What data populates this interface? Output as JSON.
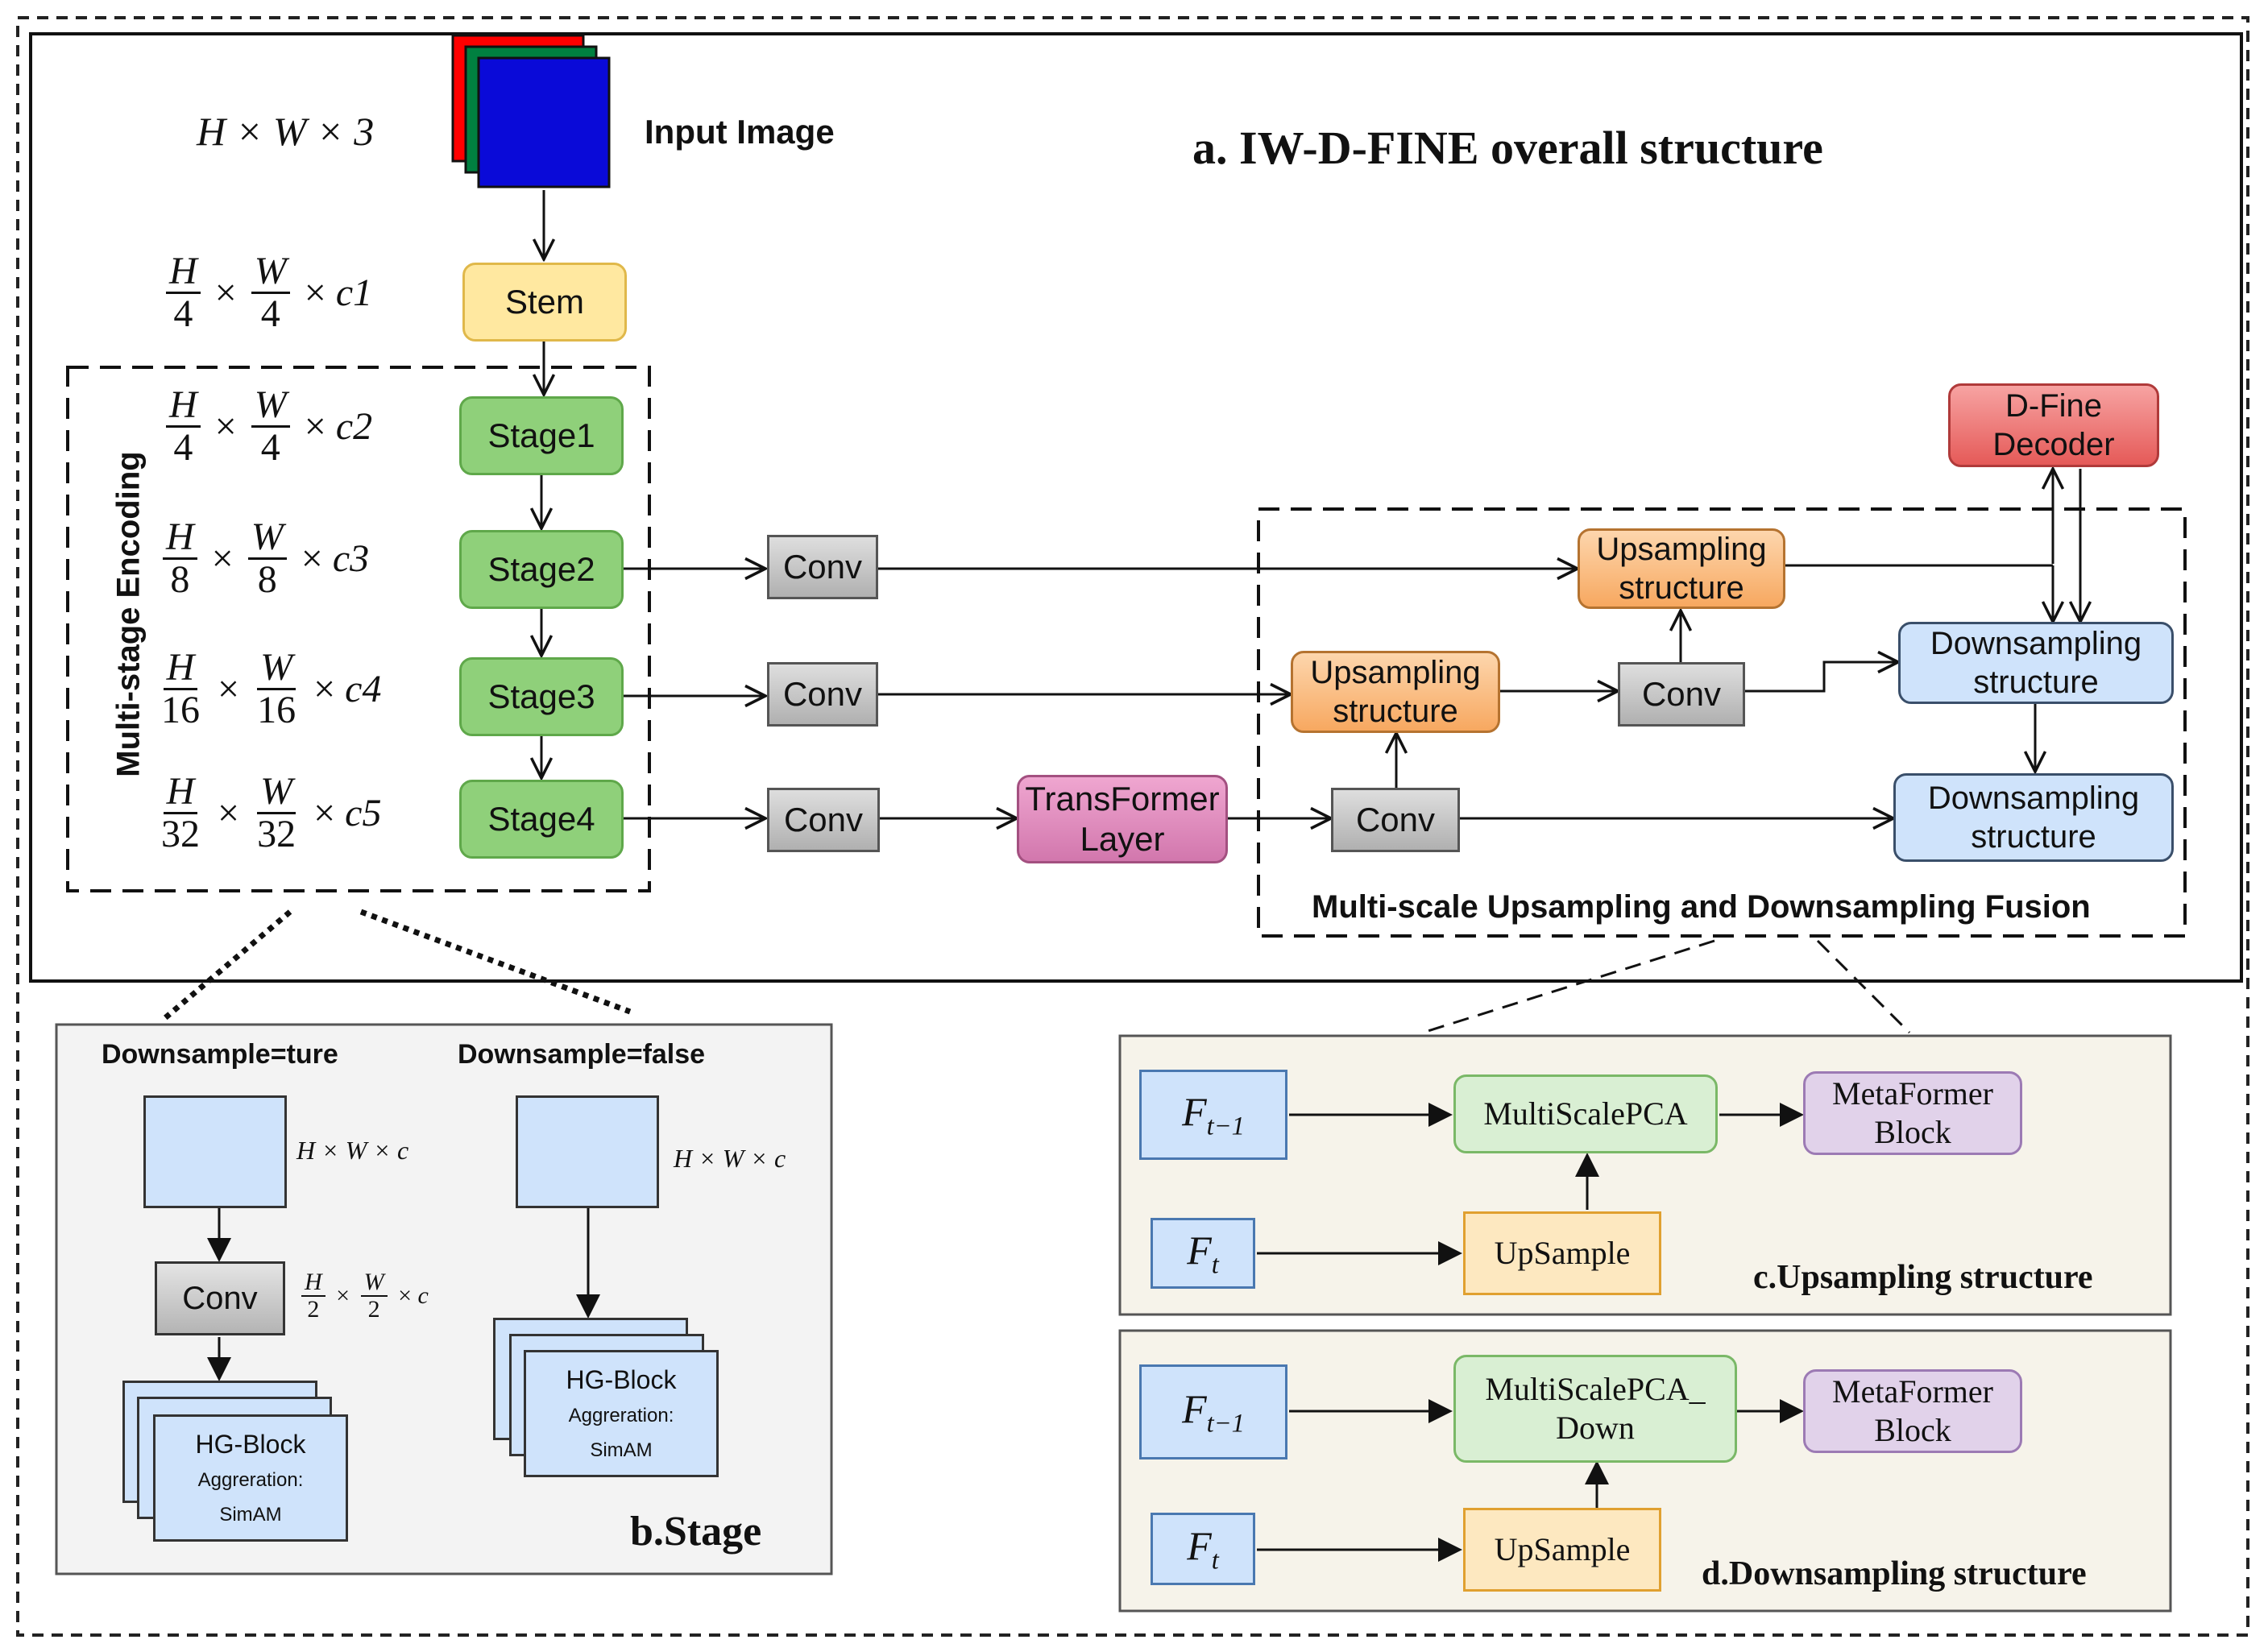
{
  "title": "a. IW-D-FINE overall structure",
  "input": {
    "label": "Input Image",
    "dim": "H × W × 3"
  },
  "colors": {
    "red": "#ff0000",
    "green": "#008040",
    "blue": "#0a0ad8",
    "stem": "#ffe8a0",
    "stage": "#8fd07a",
    "conv": "#c8c8c8",
    "transformer": "#e28fbf",
    "upsampling": "#fbc38d",
    "downsampling": "#cfe3fb",
    "decoder": "#f0706f"
  },
  "stem": {
    "label": "Stem",
    "dim": {
      "a": "H",
      "b": "4",
      "c": "W",
      "d": "4",
      "ch": "c1"
    }
  },
  "encoding": {
    "label": "Multi-stage Encoding",
    "stages": [
      {
        "label": "Stage1",
        "a": "H",
        "b": "4",
        "c": "W",
        "d": "4",
        "ch": "c2"
      },
      {
        "label": "Stage2",
        "a": "H",
        "b": "8",
        "c": "W",
        "d": "8",
        "ch": "c3"
      },
      {
        "label": "Stage3",
        "a": "H",
        "b": "16",
        "c": "W",
        "d": "16",
        "ch": "c4"
      },
      {
        "label": "Stage4",
        "a": "H",
        "b": "32",
        "c": "W",
        "d": "32",
        "ch": "c5"
      }
    ]
  },
  "conv_label": "Conv",
  "transformer": {
    "line1": "TransFormer",
    "line2": "Layer"
  },
  "decoder": {
    "line1": "D-Fine",
    "line2": "Decoder"
  },
  "upsampling": {
    "line1": "Upsampling",
    "line2": "structure"
  },
  "downsampling": {
    "line1": "Downsampling",
    "line2": "structure"
  },
  "fusion_label": "Multi-scale Upsampling and Downsampling Fusion",
  "stage_panel": {
    "title": "b.Stage",
    "left_heading": "Downsample=ture",
    "right_heading": "Downsample=false",
    "dim_full": "H × W × c",
    "conv": "Conv",
    "half": {
      "a": "H",
      "b": "2",
      "c": "W",
      "d": "2",
      "ch": "c"
    },
    "block": {
      "title": "HG-Block",
      "line1": "Aggreration:",
      "line2": "SimAM"
    }
  },
  "up_panel": {
    "title": "c.Upsampling structure",
    "ft1": {
      "base": "F",
      "sub": "t−1"
    },
    "ft": {
      "base": "F",
      "sub": "t"
    },
    "pca": "MultiScalePCA",
    "upsample": "UpSample",
    "meta": {
      "line1": "MetaFormer",
      "line2": "Block"
    }
  },
  "down_panel": {
    "title": "d.Downsampling structure",
    "ft1": {
      "base": "F",
      "sub": "t−1"
    },
    "ft": {
      "base": "F",
      "sub": "t"
    },
    "pca": {
      "line1": "MultiScalePCA_",
      "line2": "Down"
    },
    "upsample": "UpSample",
    "meta": {
      "line1": "MetaFormer",
      "line2": "Block"
    }
  }
}
